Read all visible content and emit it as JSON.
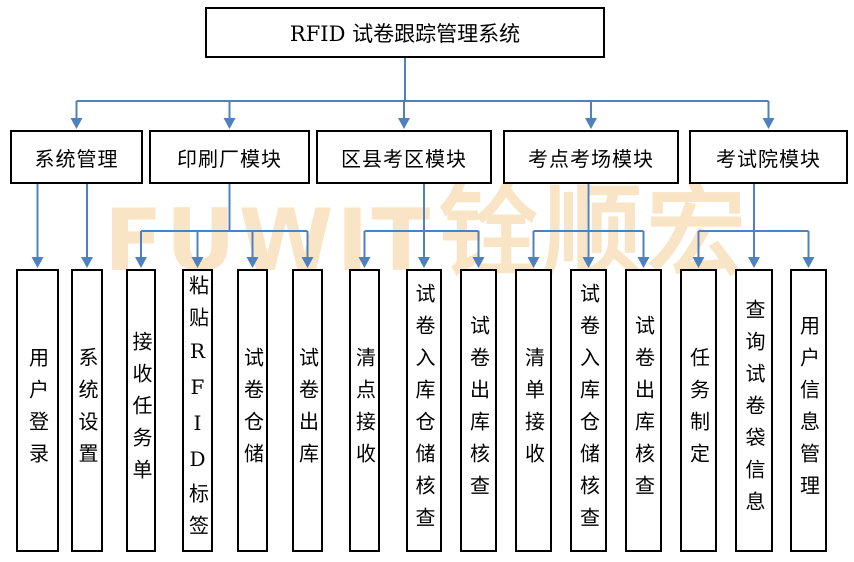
{
  "title": "RFID 试卷跟踪管理系统",
  "watermark": {
    "latin": "FUWIT",
    "cjk": "铨顺宏",
    "color": "#F9E4C5"
  },
  "colors": {
    "connector": "#4E81BD",
    "border": "#000000",
    "background": "#FFFFFF",
    "text": "#000000"
  },
  "modules": [
    {
      "label": "系统管理",
      "children": [
        "用户登录",
        "系统设置"
      ]
    },
    {
      "label": "印刷厂模块",
      "children": [
        "接收任务单",
        "粘贴RFID标签",
        "试卷仓储",
        "试卷出库"
      ]
    },
    {
      "label": "区县考区模块",
      "children": [
        "清点接收",
        "试卷入库仓储核查",
        "试卷出库核查"
      ]
    },
    {
      "label": "考点考场模块",
      "children": [
        "清单接收",
        "试卷入库仓储核查",
        "试卷出库核查"
      ]
    },
    {
      "label": "考试院模块",
      "children": [
        "任务制定",
        "查询试卷袋信息",
        "用户信息管理"
      ]
    }
  ]
}
